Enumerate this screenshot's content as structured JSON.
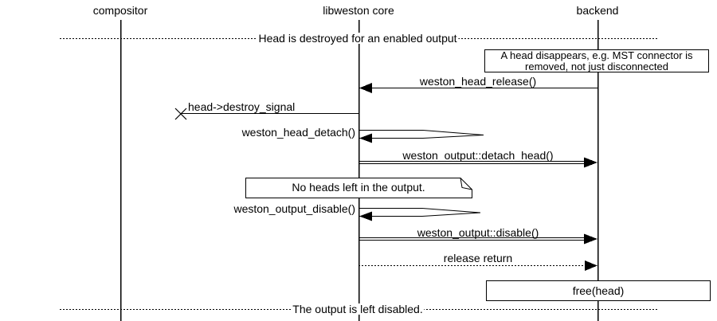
{
  "diagram": {
    "title_context": "Sequence diagram",
    "colors": {
      "line": "#000000",
      "background": "#ffffff",
      "text": "#000000"
    },
    "participants": [
      {
        "label": "compositor"
      },
      {
        "label": "libweston core"
      },
      {
        "label": "backend"
      }
    ],
    "dividers": [
      {
        "label": "Head is destroyed for an enabled output"
      },
      {
        "label": "The output is left disabled."
      }
    ],
    "notes": [
      {
        "label": "A head disappears, e.g. MST connector is removed, not just disconnected",
        "shape": "rectangle",
        "over": "backend"
      },
      {
        "label": "No heads left in the output.",
        "shape": "folded-note",
        "over": "libweston core"
      },
      {
        "label": "free(head)",
        "shape": "rectangle",
        "over": "backend"
      }
    ],
    "messages": [
      {
        "label": "weston_head_release()",
        "from": "backend",
        "to": "libweston core",
        "line": "solid",
        "kind": "call"
      },
      {
        "label": "head->destroy_signal",
        "from": "libweston core",
        "to": "lost",
        "line": "solid",
        "kind": "lost-message"
      },
      {
        "label": "weston_head_detach()",
        "from": "libweston core",
        "to": "libweston core",
        "line": "solid",
        "kind": "self-call"
      },
      {
        "label": "weston_output::detach_head()",
        "from": "libweston core",
        "to": "backend",
        "line": "double",
        "kind": "call"
      },
      {
        "label": "weston_output_disable()",
        "from": "libweston core",
        "to": "libweston core",
        "line": "solid",
        "kind": "self-call"
      },
      {
        "label": "weston_output::disable()",
        "from": "libweston core",
        "to": "backend",
        "line": "double",
        "kind": "call"
      },
      {
        "label": "release return",
        "from": "libweston core",
        "to": "backend",
        "line": "dotted",
        "kind": "return"
      }
    ]
  }
}
